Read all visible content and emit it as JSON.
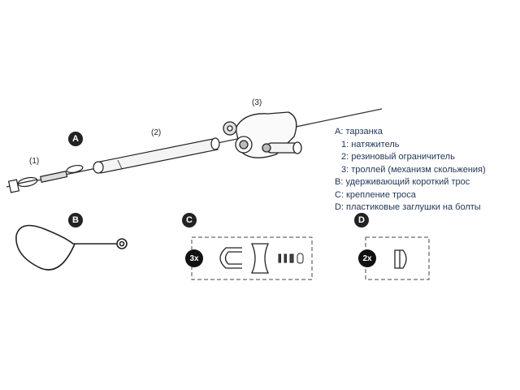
{
  "badges": {
    "a": "A",
    "b": "B",
    "c": "C",
    "d": "D"
  },
  "parts": {
    "p1": "(1)",
    "p2": "(2)",
    "p3": "(3)"
  },
  "multipliers": {
    "c": "3x",
    "d": "2x"
  },
  "legend": {
    "a": "A: тарзанка",
    "a1": "1: натяжитель",
    "a2": "2: резиновый ограничитель",
    "a3": "3: троллей (механизм скольжения)",
    "b": "B: удерживающий короткий трос",
    "c": "C: крепление троса",
    "d": "D: пластиковые заглушки на болты"
  }
}
